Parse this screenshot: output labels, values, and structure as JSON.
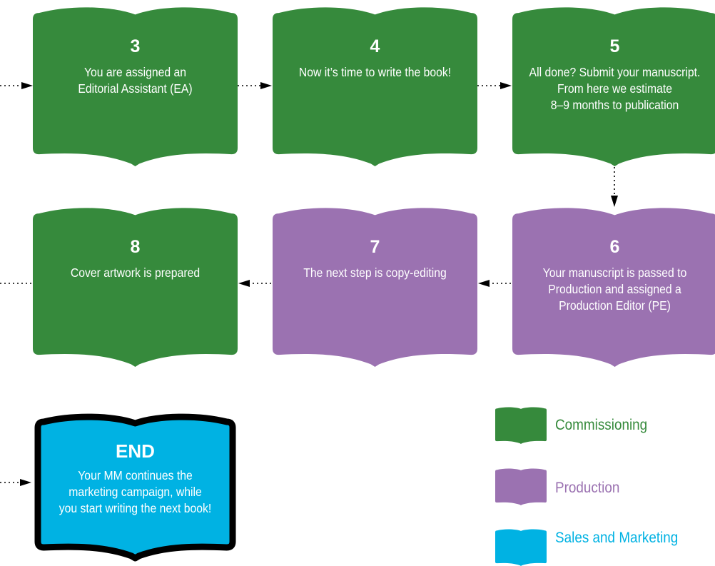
{
  "colors": {
    "commissioning": "#368a3c",
    "production": "#9b72b1",
    "sales_marketing": "#00b2e3",
    "border": "#000000"
  },
  "steps": [
    {
      "number": "3",
      "lines": [
        "You are assigned an",
        "Editorial Assistant (EA)"
      ],
      "category": "commissioning"
    },
    {
      "number": "4",
      "lines": [
        "Now it’s time to write the book!"
      ],
      "category": "commissioning"
    },
    {
      "number": "5",
      "lines": [
        "All done? Submit your manuscript.",
        "From here we estimate",
        "8–9 months to publication"
      ],
      "category": "commissioning"
    },
    {
      "number": "6",
      "lines": [
        "Your manuscript is passed to",
        "Production and assigned a",
        "Production Editor (PE)"
      ],
      "category": "production"
    },
    {
      "number": "7",
      "lines": [
        "The next step is copy-editing"
      ],
      "category": "production"
    },
    {
      "number": "8",
      "lines": [
        "Cover artwork is prepared"
      ],
      "category": "commissioning"
    }
  ],
  "end_step": {
    "title": "END",
    "lines": [
      "Your MM continues the",
      "marketing campaign, while",
      "you start writing the next book!"
    ],
    "category": "sales_marketing"
  },
  "legend": [
    {
      "label": "Commissioning",
      "category": "commissioning"
    },
    {
      "label": "Production",
      "category": "production"
    },
    {
      "label": "Sales and Marketing",
      "category": "sales_marketing"
    }
  ]
}
